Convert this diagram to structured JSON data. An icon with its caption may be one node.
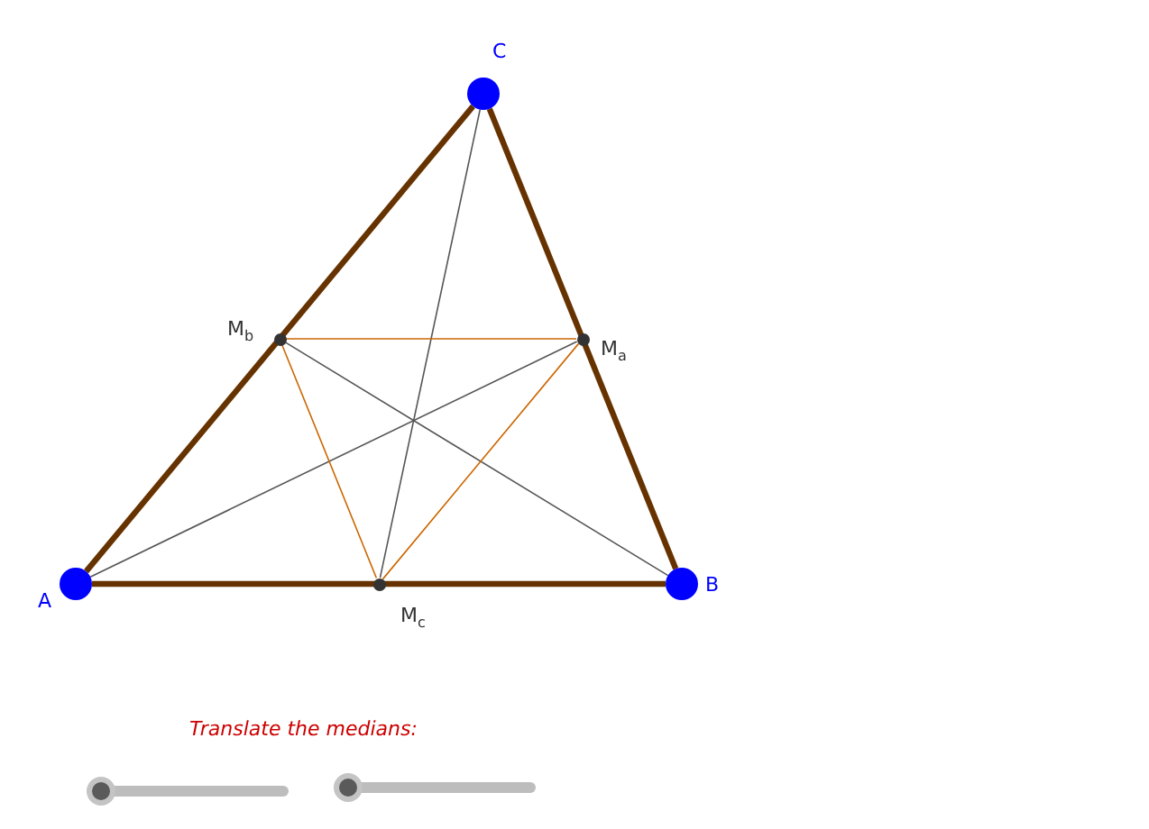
{
  "diagram": {
    "nodes": [
      {
        "text": [
          "C"
        ]
      },
      {
        "text": [
          "M$_{b}$"
        ]
      },
      {
        "text": [
          "M$_{a}$"
        ]
      },
      {
        "text": [
          "A"
        ]
      },
      {
        "text": [
          "M$_{c}$"
        ]
      },
      {
        "text": [
          "B"
        ]
      }
    ],
    "edges": [
      {
        "from": 3,
        "to": 5,
        "arrow": "none",
        "style": "thick",
        "color": "#663300"
      },
      {
        "from": 5,
        "to": 0,
        "arrow": "none",
        "style": "thick",
        "color": "#663300"
      },
      {
        "from": 0,
        "to": 3,
        "arrow": "none",
        "style": "thick",
        "color": "#663300"
      },
      {
        "from": 3,
        "to": 2,
        "arrow": "none"
      },
      {
        "from": 5,
        "to": 1,
        "arrow": "none"
      },
      {
        "from": 0,
        "to": 4,
        "arrow": "none"
      },
      {
        "from": 1,
        "to": 2,
        "arrow": "none",
        "color": "#cc6600"
      },
      {
        "from": 1,
        "to": 4,
        "arrow": "none",
        "color": "#cc6600"
      },
      {
        "from": 4,
        "to": 2,
        "arrow": "none",
        "color": "#cc6600"
      }
    ],
    "labels": [
      "Translate the medians:"
    ]
  }
}
